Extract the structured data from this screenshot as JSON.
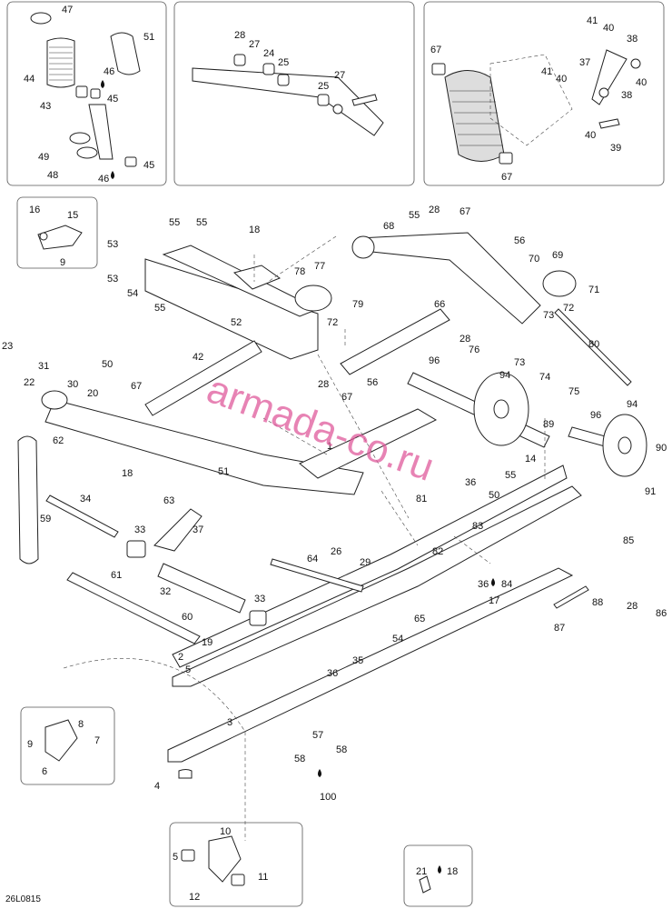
{
  "diagram_code": "26L0815",
  "watermark": "armada-co.ru",
  "callouts": [
    {
      "id": "c47",
      "text": "47"
    },
    {
      "id": "c51",
      "text": "51"
    },
    {
      "id": "c44",
      "text": "44"
    },
    {
      "id": "c46a",
      "text": "46"
    },
    {
      "id": "c45a",
      "text": "45"
    },
    {
      "id": "c43",
      "text": "43"
    },
    {
      "id": "c49",
      "text": "49"
    },
    {
      "id": "c48",
      "text": "48"
    },
    {
      "id": "c46b",
      "text": "46"
    },
    {
      "id": "c45b",
      "text": "45"
    },
    {
      "id": "c28a",
      "text": "28"
    },
    {
      "id": "c27a",
      "text": "27"
    },
    {
      "id": "c24",
      "text": "24"
    },
    {
      "id": "c25a",
      "text": "25"
    },
    {
      "id": "c25b",
      "text": "25"
    },
    {
      "id": "c27b",
      "text": "27"
    },
    {
      "id": "c67a",
      "text": "67"
    },
    {
      "id": "c41a",
      "text": "41"
    },
    {
      "id": "c40a",
      "text": "40"
    },
    {
      "id": "c38a",
      "text": "38"
    },
    {
      "id": "c37a",
      "text": "37"
    },
    {
      "id": "c40b",
      "text": "40"
    },
    {
      "id": "c41b",
      "text": "41"
    },
    {
      "id": "c40c",
      "text": "40"
    },
    {
      "id": "c38b",
      "text": "38"
    },
    {
      "id": "c40d",
      "text": "40"
    },
    {
      "id": "c39",
      "text": "39"
    },
    {
      "id": "c67b",
      "text": "67"
    },
    {
      "id": "c16",
      "text": "16"
    },
    {
      "id": "c15",
      "text": "15"
    },
    {
      "id": "c9a",
      "text": "9"
    },
    {
      "id": "c55a",
      "text": "55"
    },
    {
      "id": "c55b",
      "text": "55"
    },
    {
      "id": "c18a",
      "text": "18"
    },
    {
      "id": "c53a",
      "text": "53"
    },
    {
      "id": "c53b",
      "text": "53"
    },
    {
      "id": "c54a",
      "text": "54"
    },
    {
      "id": "c55c",
      "text": "55"
    },
    {
      "id": "c52",
      "text": "52"
    },
    {
      "id": "c78",
      "text": "78"
    },
    {
      "id": "c77",
      "text": "77"
    },
    {
      "id": "c79",
      "text": "79"
    },
    {
      "id": "c72a",
      "text": "72"
    },
    {
      "id": "c68",
      "text": "68"
    },
    {
      "id": "c55d",
      "text": "55"
    },
    {
      "id": "c28b",
      "text": "28"
    },
    {
      "id": "c67c",
      "text": "67"
    },
    {
      "id": "c56a",
      "text": "56"
    },
    {
      "id": "c70",
      "text": "70"
    },
    {
      "id": "c69",
      "text": "69"
    },
    {
      "id": "c71",
      "text": "71"
    },
    {
      "id": "c72b",
      "text": "72"
    },
    {
      "id": "c66",
      "text": "66"
    },
    {
      "id": "c73a",
      "text": "73"
    },
    {
      "id": "c28c",
      "text": "28"
    },
    {
      "id": "c76",
      "text": "76"
    },
    {
      "id": "c80",
      "text": "80"
    },
    {
      "id": "c73b",
      "text": "73"
    },
    {
      "id": "c74",
      "text": "74"
    },
    {
      "id": "c75",
      "text": "75"
    },
    {
      "id": "c28d",
      "text": "28"
    },
    {
      "id": "c67d",
      "text": "67"
    },
    {
      "id": "c56b",
      "text": "56"
    },
    {
      "id": "c23",
      "text": "23"
    },
    {
      "id": "c31",
      "text": "31"
    },
    {
      "id": "c22",
      "text": "22"
    },
    {
      "id": "c30",
      "text": "30"
    },
    {
      "id": "c50a",
      "text": "50"
    },
    {
      "id": "c67e",
      "text": "67"
    },
    {
      "id": "c42",
      "text": "42"
    },
    {
      "id": "c20",
      "text": "20"
    },
    {
      "id": "c96a",
      "text": "96"
    },
    {
      "id": "c94a",
      "text": "94"
    },
    {
      "id": "c89",
      "text": "89"
    },
    {
      "id": "c14",
      "text": "14"
    },
    {
      "id": "c96b",
      "text": "96"
    },
    {
      "id": "c94b",
      "text": "94"
    },
    {
      "id": "c90",
      "text": "90"
    },
    {
      "id": "c91",
      "text": "91"
    },
    {
      "id": "c62",
      "text": "62"
    },
    {
      "id": "c18b",
      "text": "18"
    },
    {
      "id": "c51b",
      "text": "51"
    },
    {
      "id": "c63",
      "text": "63"
    },
    {
      "id": "c1",
      "text": "1"
    },
    {
      "id": "c36a",
      "text": "36"
    },
    {
      "id": "c55e",
      "text": "55"
    },
    {
      "id": "c50b",
      "text": "50"
    },
    {
      "id": "c81",
      "text": "81"
    },
    {
      "id": "c34",
      "text": "34"
    },
    {
      "id": "c59",
      "text": "59"
    },
    {
      "id": "c37b",
      "text": "37"
    },
    {
      "id": "c33a",
      "text": "33"
    },
    {
      "id": "c83",
      "text": "83"
    },
    {
      "id": "c82",
      "text": "82"
    },
    {
      "id": "c85",
      "text": "85"
    },
    {
      "id": "c64",
      "text": "64"
    },
    {
      "id": "c26",
      "text": "26"
    },
    {
      "id": "c29",
      "text": "29"
    },
    {
      "id": "c36b",
      "text": "36"
    },
    {
      "id": "c84",
      "text": "84"
    },
    {
      "id": "c17",
      "text": "17"
    },
    {
      "id": "c61",
      "text": "61"
    },
    {
      "id": "c32",
      "text": "32"
    },
    {
      "id": "c33b",
      "text": "33"
    },
    {
      "id": "c88",
      "text": "88"
    },
    {
      "id": "c28e",
      "text": "28"
    },
    {
      "id": "c86",
      "text": "86"
    },
    {
      "id": "c60",
      "text": "60"
    },
    {
      "id": "c65",
      "text": "65"
    },
    {
      "id": "c87",
      "text": "87"
    },
    {
      "id": "c19",
      "text": "19"
    },
    {
      "id": "c54b",
      "text": "54"
    },
    {
      "id": "c2",
      "text": "2"
    },
    {
      "id": "c5a",
      "text": "5"
    },
    {
      "id": "c35",
      "text": "35"
    },
    {
      "id": "c36c",
      "text": "36"
    },
    {
      "id": "c3",
      "text": "3"
    },
    {
      "id": "c8",
      "text": "8"
    },
    {
      "id": "c7",
      "text": "7"
    },
    {
      "id": "c9b",
      "text": "9"
    },
    {
      "id": "c6",
      "text": "6"
    },
    {
      "id": "c57",
      "text": "57"
    },
    {
      "id": "c58a",
      "text": "58"
    },
    {
      "id": "c58b",
      "text": "58"
    },
    {
      "id": "c100",
      "text": "100"
    },
    {
      "id": "c4",
      "text": "4"
    },
    {
      "id": "c10",
      "text": "10"
    },
    {
      "id": "c5b",
      "text": "5"
    },
    {
      "id": "c11",
      "text": "11"
    },
    {
      "id": "c12",
      "text": "12"
    },
    {
      "id": "c21",
      "text": "21"
    },
    {
      "id": "c18c",
      "text": "18"
    }
  ]
}
